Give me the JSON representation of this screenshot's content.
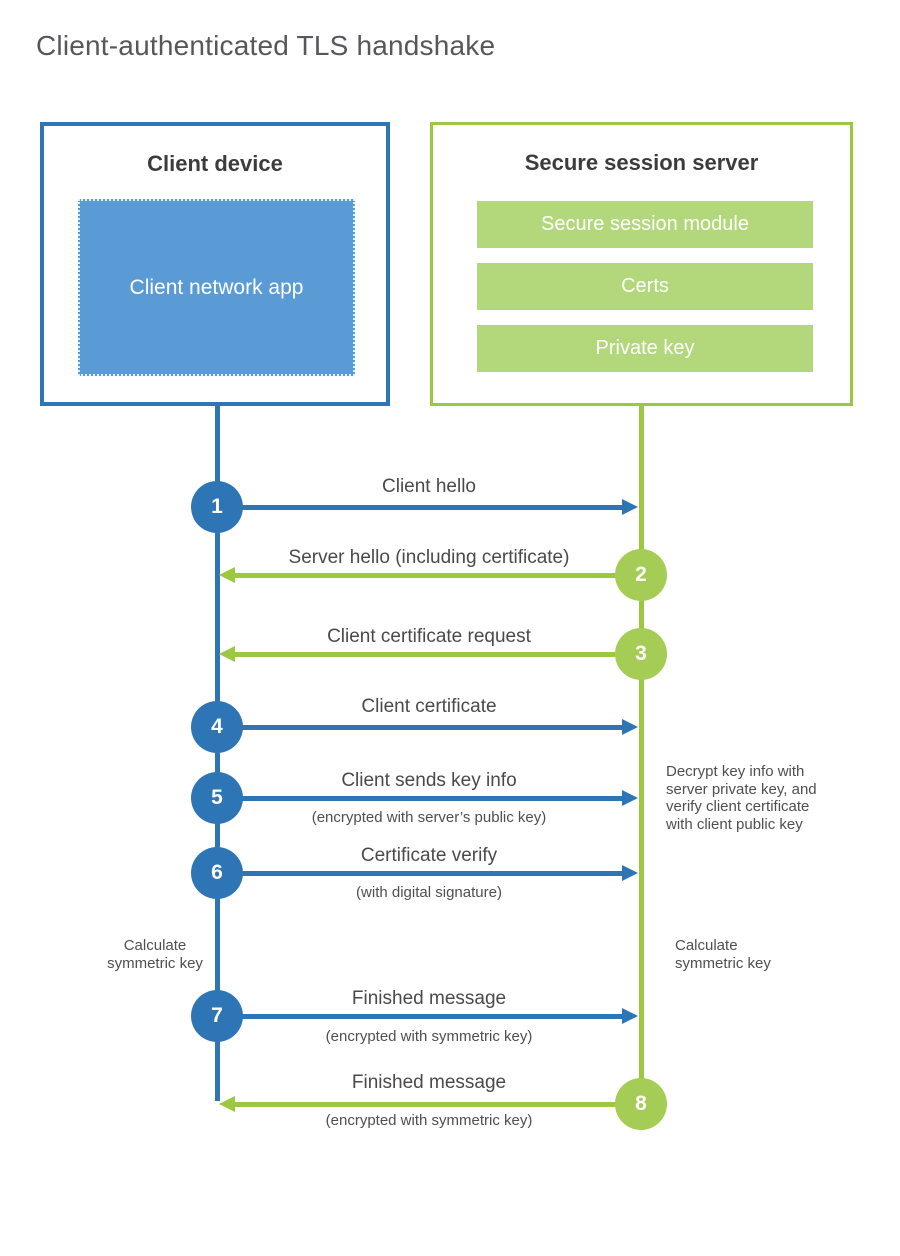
{
  "title": "Client-authenticated TLS handshake",
  "colors": {
    "blue": "#2e75b6",
    "blue_light": "#5b9bd5",
    "green": "#9cc83f",
    "green_circle": "#a5cd55",
    "green_bar": "#b3d77b",
    "heading_text": "#3c3c3c",
    "label_text": "#4a4a4a"
  },
  "client_box": {
    "title": "Client device",
    "app_label": "Client network app"
  },
  "server_box": {
    "title": "Secure session server",
    "modules": [
      {
        "label": "Secure session module"
      },
      {
        "label": "Certs"
      },
      {
        "label": "Private key"
      }
    ]
  },
  "steps": [
    {
      "num": "1",
      "label": "Client hello",
      "sub": "",
      "direction": "right",
      "color": "blue"
    },
    {
      "num": "2",
      "label": "Server hello (including certificate)",
      "sub": "",
      "direction": "left",
      "color": "green"
    },
    {
      "num": "3",
      "label": "Client certificate request",
      "sub": "",
      "direction": "left",
      "color": "green"
    },
    {
      "num": "4",
      "label": "Client certificate",
      "sub": "",
      "direction": "right",
      "color": "blue"
    },
    {
      "num": "5",
      "label": "Client sends key info",
      "sub": "(encrypted with server’s public key)",
      "direction": "right",
      "color": "blue"
    },
    {
      "num": "6",
      "label": "Certificate verify",
      "sub": "(with digital signature)",
      "direction": "right",
      "color": "blue"
    },
    {
      "num": "7",
      "label": "Finished message",
      "sub": "(encrypted with symmetric key)",
      "direction": "right",
      "color": "blue"
    },
    {
      "num": "8",
      "label": "Finished message",
      "sub": "(encrypted with symmetric key)",
      "direction": "left",
      "color": "green"
    }
  ],
  "notes": {
    "decrypt": "Decrypt key info with server private key, and verify client certificate with client public key",
    "calc_left": "Calculate symmetric key",
    "calc_right": "Calculate symmetric key"
  }
}
